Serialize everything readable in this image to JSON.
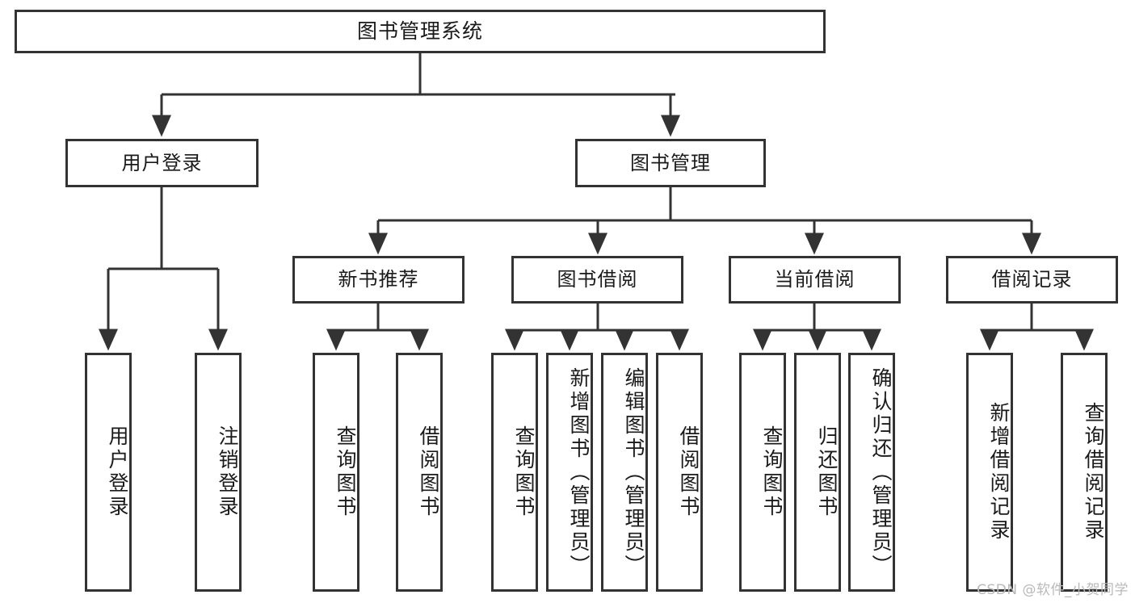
{
  "diagram": {
    "type": "tree",
    "title": "图书管理系统",
    "watermark": "CSDN @软件_小贺同学",
    "colors": {
      "stroke": "#333333",
      "fill": "#ffffff",
      "text": "#1a1a1a",
      "watermark": "#b9b9b9"
    },
    "levels": {
      "root": {
        "label": "图书管理系统"
      },
      "level2": [
        {
          "label": "用户登录"
        },
        {
          "label": "图书管理"
        }
      ],
      "level3": [
        {
          "label": "新书推荐"
        },
        {
          "label": "图书借阅"
        },
        {
          "label": "当前借阅"
        },
        {
          "label": "借阅记录"
        }
      ],
      "leaves": {
        "user_login": [
          {
            "label": "用户登录"
          },
          {
            "label": "注销登录"
          }
        ],
        "new_book": [
          {
            "label": "查询图书"
          },
          {
            "label": "借阅图书"
          }
        ],
        "borrow_book": [
          {
            "label": "查询图书"
          },
          {
            "label": "新增图书（管理员）"
          },
          {
            "label": "编辑图书（管理员）"
          },
          {
            "label": "借阅图书"
          }
        ],
        "current_borrow": [
          {
            "label": "查询图书"
          },
          {
            "label": "归还图书"
          },
          {
            "label": "确认归还（管理员）"
          }
        ],
        "borrow_record": [
          {
            "label": "新增借阅记录"
          },
          {
            "label": "查询借阅记录"
          }
        ]
      }
    }
  }
}
